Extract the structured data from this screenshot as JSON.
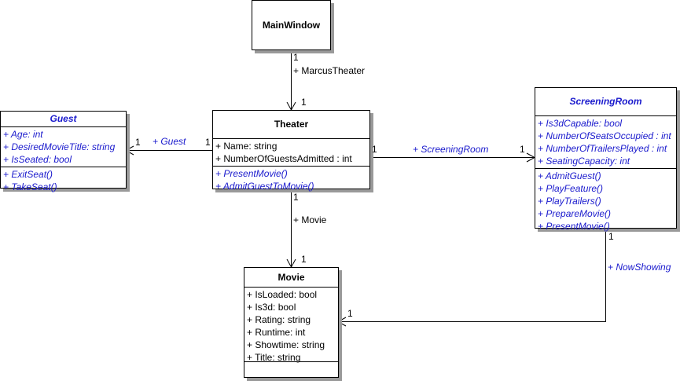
{
  "classes": {
    "main_window": {
      "name": "MainWindow"
    },
    "guest": {
      "name": "Guest",
      "attributes": [
        "+ Age: int",
        "+ DesiredMovieTitle: string",
        "+ IsSeated: bool"
      ],
      "operations": [
        "+ ExitSeat()",
        "+ TakeSeat()"
      ]
    },
    "theater": {
      "name": "Theater",
      "attributes": [
        "+ Name: string",
        "+ NumberOfGuestsAdmitted : int"
      ],
      "operations": [
        "+ PresentMovie()",
        "+ AdmitGuestToMovie()"
      ]
    },
    "screening_room": {
      "name": "ScreeningRoom",
      "attributes": [
        "+ Is3dCapable: bool",
        "+ NumberOfSeatsOccupied : int",
        "+ NumberOfTrailersPlayed : int",
        "+ SeatingCapacity: int"
      ],
      "operations": [
        "+ AdmitGuest()",
        "+ PlayFeature()",
        "+ PlayTrailers()",
        "+ PrepareMovie()",
        "+ PresentMovie()"
      ]
    },
    "movie": {
      "name": "Movie",
      "attributes": [
        "+ IsLoaded: bool",
        "+ Is3d: bool",
        "+ Rating: string",
        "+ Runtime: int",
        "+ Showtime: string",
        "+ Title: string"
      ],
      "operations": []
    }
  },
  "associations": {
    "marcus_theater": {
      "role": "+ MarcusTheater",
      "source_mult": "1",
      "target_mult": "1"
    },
    "guest": {
      "role": "+ Guest",
      "source_mult": "1",
      "target_mult": "1"
    },
    "screening_room": {
      "role": "+ ScreeningRoom",
      "source_mult": "1",
      "target_mult": "1"
    },
    "movie": {
      "role": "+ Movie",
      "source_mult": "1",
      "target_mult": "1"
    },
    "now_showing": {
      "role": "+ NowShowing",
      "source_mult": "1",
      "target_mult": "1"
    }
  },
  "colors": {
    "line": "#000000",
    "abstract_text": "#1a1acd",
    "shadow": "#9a9a9a"
  }
}
